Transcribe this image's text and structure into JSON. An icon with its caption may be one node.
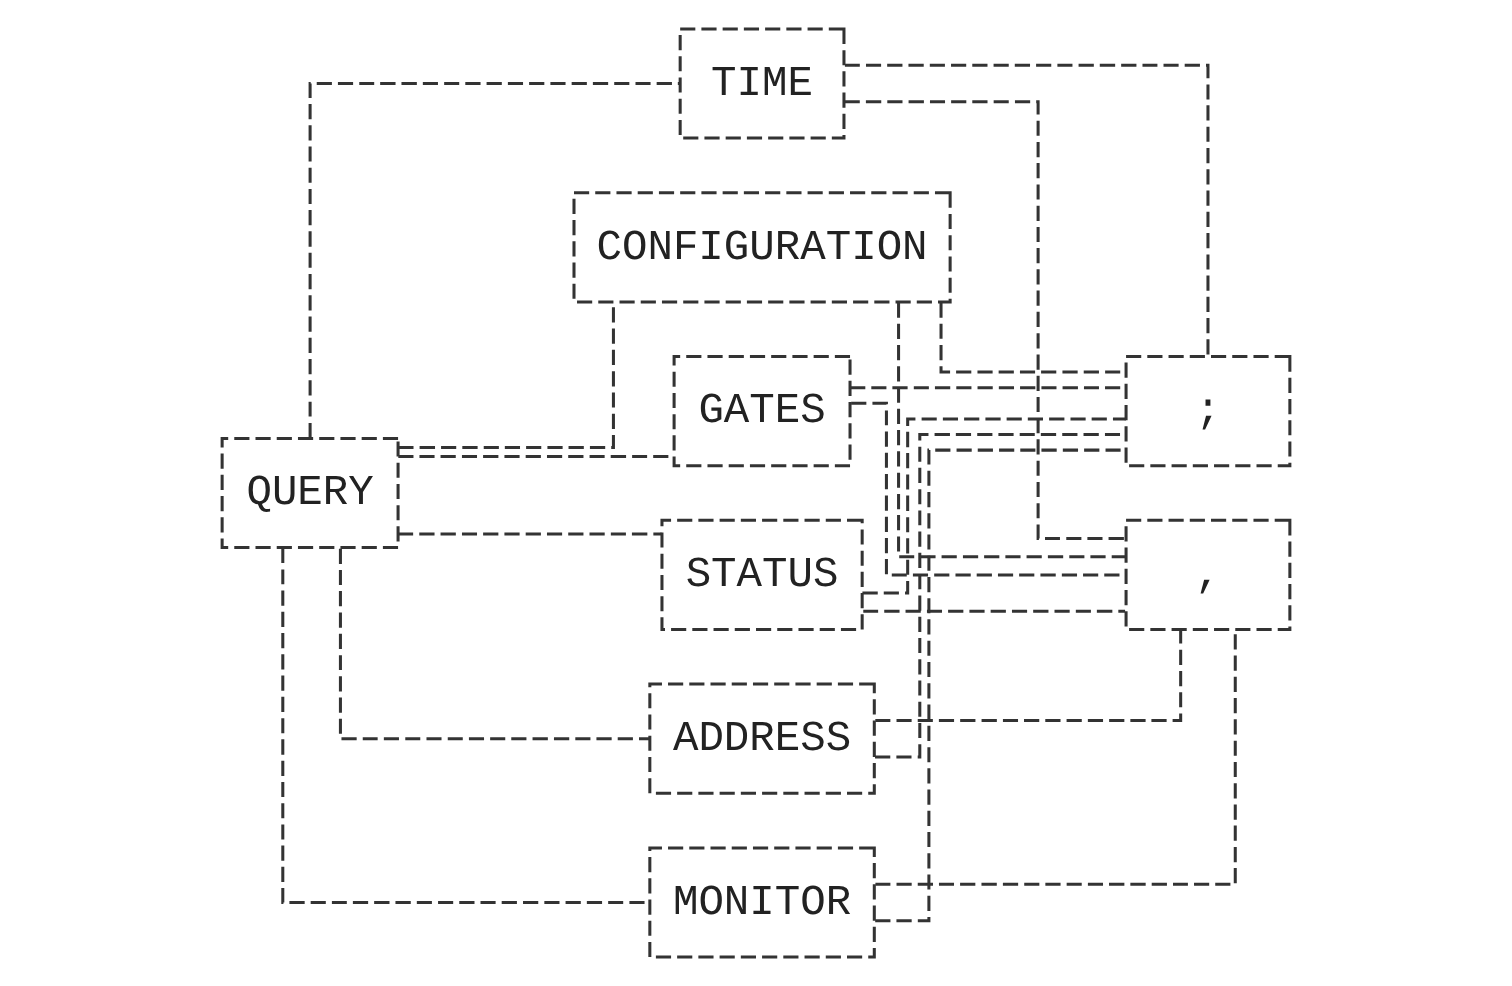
{
  "diagram": {
    "nodes": [
      {
        "text": [
          "QUERY"
        ]
      },
      {
        "text": [
          "TIME"
        ]
      },
      {
        "text": [
          "CONFIGURATION"
        ]
      },
      {
        "text": [
          "GATES"
        ]
      },
      {
        "text": [
          "STATUS"
        ]
      },
      {
        "text": [
          "ADDRESS"
        ]
      },
      {
        "text": [
          "MONITOR"
        ]
      },
      {
        "text": [
          ";"
        ]
      },
      {
        "text": [
          ","
        ]
      }
    ],
    "edges": [
      {
        "from": 0,
        "to": 1,
        "arrow": "none"
      },
      {
        "from": 0,
        "to": 2,
        "arrow": "none"
      },
      {
        "from": 0,
        "to": 3,
        "arrow": "none"
      },
      {
        "from": 0,
        "to": 4,
        "arrow": "none"
      },
      {
        "from": 0,
        "to": 5,
        "arrow": "none"
      },
      {
        "from": 0,
        "to": 6,
        "arrow": "none"
      },
      {
        "from": 1,
        "to": 7,
        "arrow": "none"
      },
      {
        "from": 1,
        "to": 8,
        "arrow": "none"
      },
      {
        "from": 2,
        "to": 7,
        "arrow": "none"
      },
      {
        "from": 2,
        "to": 8,
        "arrow": "none"
      },
      {
        "from": 3,
        "to": 7,
        "arrow": "none"
      },
      {
        "from": 3,
        "to": 8,
        "arrow": "none"
      },
      {
        "from": 4,
        "to": 7,
        "arrow": "none"
      },
      {
        "from": 4,
        "to": 8,
        "arrow": "none"
      },
      {
        "from": 5,
        "to": 7,
        "arrow": "none"
      },
      {
        "from": 5,
        "to": 8,
        "arrow": "none"
      },
      {
        "from": 6,
        "to": 7,
        "arrow": "none"
      },
      {
        "from": 6,
        "to": 8,
        "arrow": "none"
      }
    ]
  }
}
